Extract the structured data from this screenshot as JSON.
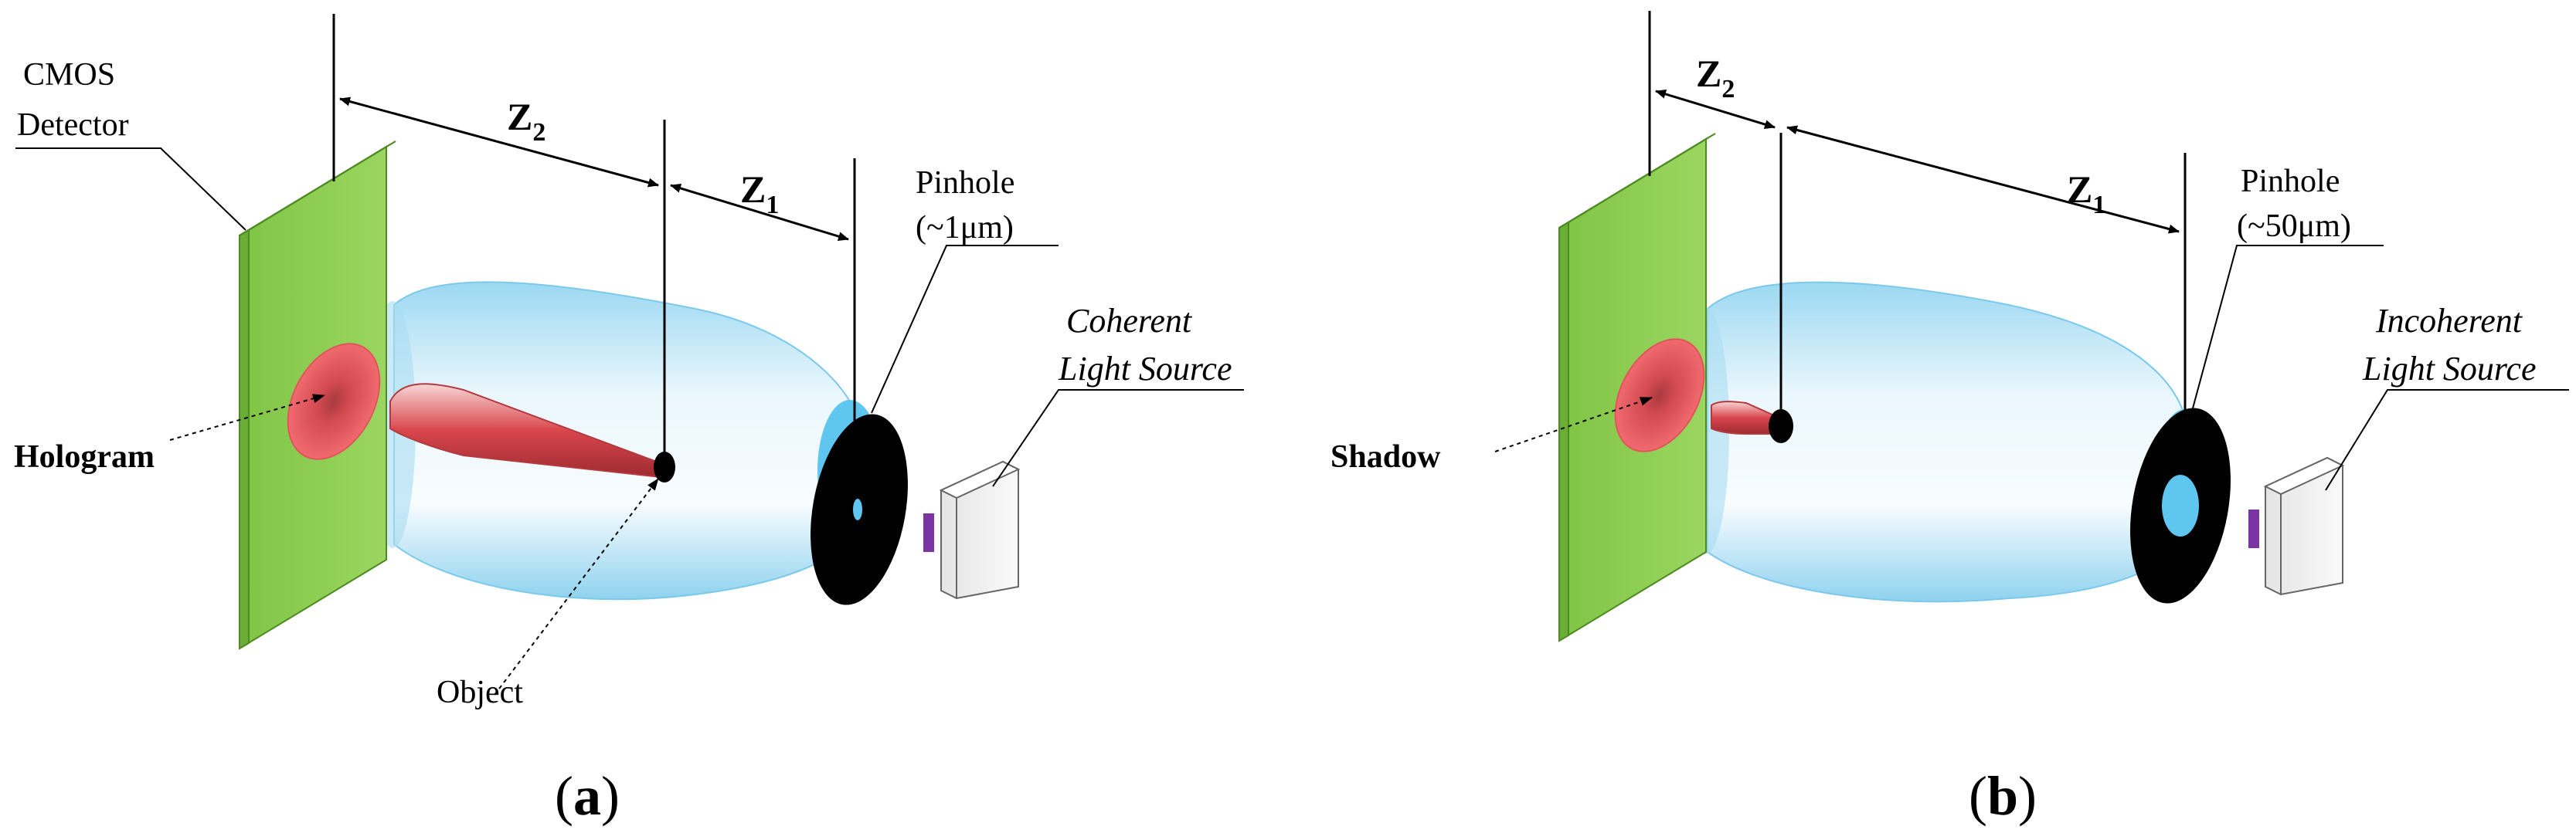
{
  "panels": [
    {
      "id": "a",
      "detector_label_line1": "CMOS",
      "detector_label_line2": "Detector",
      "pattern_label": "Hologram",
      "object_label": "Object",
      "z2_symbol": "Z",
      "z2_sub": "2",
      "z1_symbol": "Z",
      "z1_sub": "1",
      "pinhole_line1": "Pinhole",
      "pinhole_line2": "(~1μm)",
      "source_line1": "Coherent",
      "source_line2": "Light Source",
      "caption_open": "(",
      "caption_letter": "a",
      "caption_close": ")"
    },
    {
      "id": "b",
      "pattern_label": "Shadow",
      "z2_symbol": "Z",
      "z2_sub": "2",
      "z1_symbol": "Z",
      "z1_sub": "1",
      "pinhole_line1": "Pinhole",
      "pinhole_line2": "(~50μm)",
      "source_line1": "Incoherent",
      "source_line2": "Light Source",
      "caption_open": "(",
      "caption_letter": "b",
      "caption_close": ")"
    }
  ],
  "colors": {
    "detector_face": "#8fcf52",
    "detector_edge": "#b3e07a",
    "beam_light": "#f4fbff",
    "beam_mid": "#bfe6f7",
    "beam_dark": "#66c5ec",
    "pattern": "#e8575c",
    "pinhole_disc": "#000000",
    "source_box": "#f2f2f2",
    "emitter": "#8a3fb0"
  }
}
